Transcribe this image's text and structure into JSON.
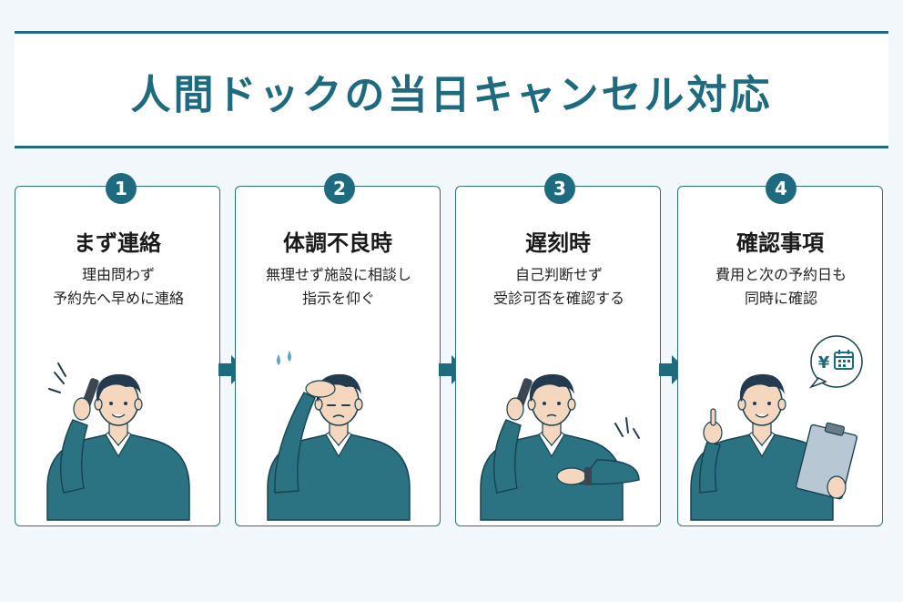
{
  "title": "人間ドックの当日キャンセル対応",
  "steps": [
    {
      "number": "1",
      "title": "まず連絡",
      "desc_lines": [
        "理由問わず",
        "予約先へ早めに連絡"
      ]
    },
    {
      "number": "2",
      "title": "体調不良時",
      "desc_lines": [
        "無理せず施設に相談し",
        "指示を仰ぐ"
      ]
    },
    {
      "number": "3",
      "title": "遅刻時",
      "desc_lines": [
        "自己判断せず",
        "受診可否を確認する"
      ]
    },
    {
      "number": "4",
      "title": "確認事項",
      "desc_lines": [
        "費用と次の予約日も",
        "同時に確認"
      ]
    }
  ],
  "icons": {
    "yen_symbol": "¥",
    "step1": "phone-call-icon",
    "step2": "headache-icon",
    "step3": "wristwatch-icon",
    "step4": "clipboard-icon",
    "arrow": "arrow-right-icon",
    "bubble": "yen-calendar-bubble-icon"
  },
  "colors": {
    "accent": "#1e6a7e",
    "sweater": "#2b7283",
    "hair": "#243a4f",
    "background": "#f1f7fa"
  }
}
